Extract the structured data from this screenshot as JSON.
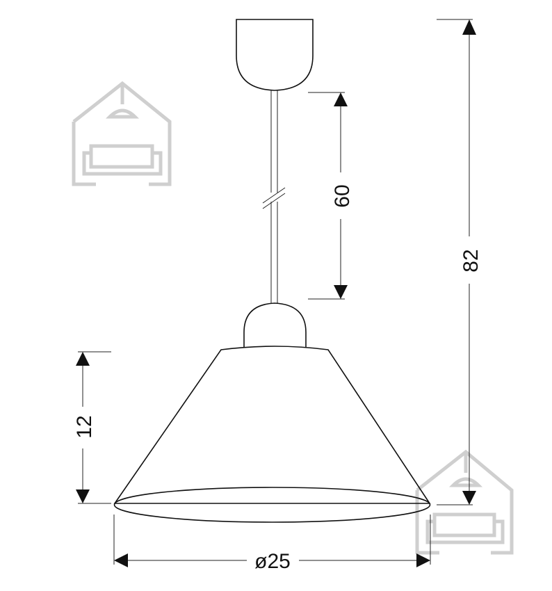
{
  "dimensions": {
    "cable_length": "60",
    "total_height": "82",
    "shade_height": "12",
    "shade_diameter": "ø25"
  },
  "colors": {
    "line": "#111111",
    "logo": "#cfcfcf",
    "background": "#ffffff"
  },
  "icons": {
    "watermark": "house-with-lamp-and-sofa-icon"
  }
}
